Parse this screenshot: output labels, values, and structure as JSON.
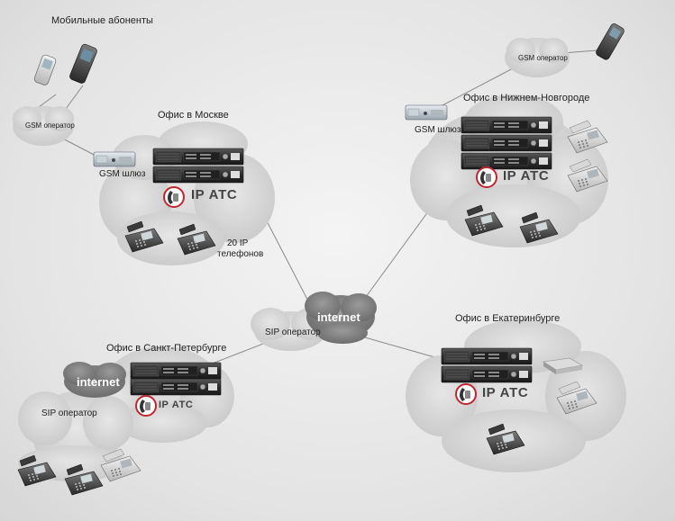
{
  "labels": {
    "mobile_subscribers": "Мобильные абоненты",
    "gsm_operator_left": "GSM оператор",
    "gsm_operator_right": "GSM оператор",
    "moscow_office": "Офис в Москве",
    "gsm_gateway_moscow": "GSM шлюз",
    "ip_atc_moscow": "IP АТС",
    "ip_phones_count": "20 IP",
    "ip_phones_word": "телефонов",
    "nn_office": "Офис в Нижнем-Новгороде",
    "gsm_gateway_nn": "GSM шлюз",
    "ip_atc_nn": "IP АТС",
    "internet_center": "internet",
    "sip_operator_center": "SIP оператор",
    "spb_office": "Офис в Санкт-Петербурге",
    "internet_spb": "internet",
    "ip_atc_spb": "IP АТС",
    "sip_operator_spb": "SIP оператор",
    "ekb_office": "Офис в Екатеринбурге",
    "ip_atc_ekb": "IP АТС"
  },
  "icons": {
    "cloud": "cloud-icon",
    "server": "server-rack-icon",
    "ip_phone": "desk-phone-icon",
    "mobile_phone": "mobile-phone-icon",
    "gateway": "gateway-device-icon",
    "logo": "ip-atc-logo-icon"
  }
}
